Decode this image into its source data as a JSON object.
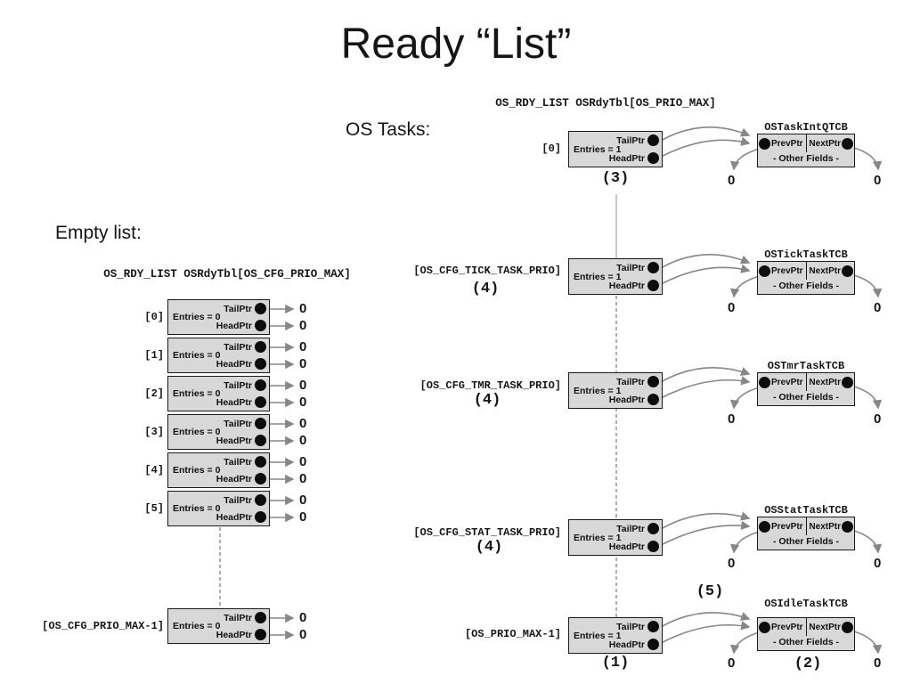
{
  "title": "Ready “List”",
  "left": {
    "section_label": "Empty list:",
    "header": "OS_RDY_LIST OSRdyTbl[OS_CFG_PRIO_MAX]",
    "entries_label": "Entries = 0",
    "rows": [
      {
        "index": "[0]"
      },
      {
        "index": "[1]"
      },
      {
        "index": "[2]"
      },
      {
        "index": "[3]"
      },
      {
        "index": "[4]"
      },
      {
        "index": "[5]"
      },
      {
        "index": "[OS_CFG_PRIO_MAX-1]"
      }
    ]
  },
  "right": {
    "section_label": "OS Tasks:",
    "header": "OS_RDY_LIST OSRdyTbl[OS_PRIO_MAX]",
    "entries_label": "Entries = 1",
    "rows": [
      {
        "index": "[0]",
        "tcb_title": "OSTaskIntQTCB",
        "note_below_box": "(3)"
      },
      {
        "index": "[OS_CFG_TICK_TASK_PRIO]",
        "tcb_title": "OSTickTaskTCB",
        "note_below_label": "(4)"
      },
      {
        "index": "[OS_CFG_TMR_TASK_PRIO]",
        "tcb_title": "OSTmrTaskTCB",
        "note_below_label": "(4)"
      },
      {
        "index": "[OS_CFG_STAT_TASK_PRIO]",
        "tcb_title": "OSStatTaskTCB",
        "note_below_label": "(4)"
      },
      {
        "index": "[OS_PRIO_MAX-1]",
        "tcb_title": "OSIdleTaskTCB",
        "note_below_box": "(1)",
        "note_above_arrows": "(5)",
        "note_below_tcb": "(2)"
      }
    ]
  },
  "labels": {
    "tailptr": "TailPtr",
    "headptr": "HeadPtr",
    "prevptr": "PrevPtr",
    "nextptr": "NextPtr",
    "other_fields": "- Other Fields -",
    "zero": "0"
  }
}
